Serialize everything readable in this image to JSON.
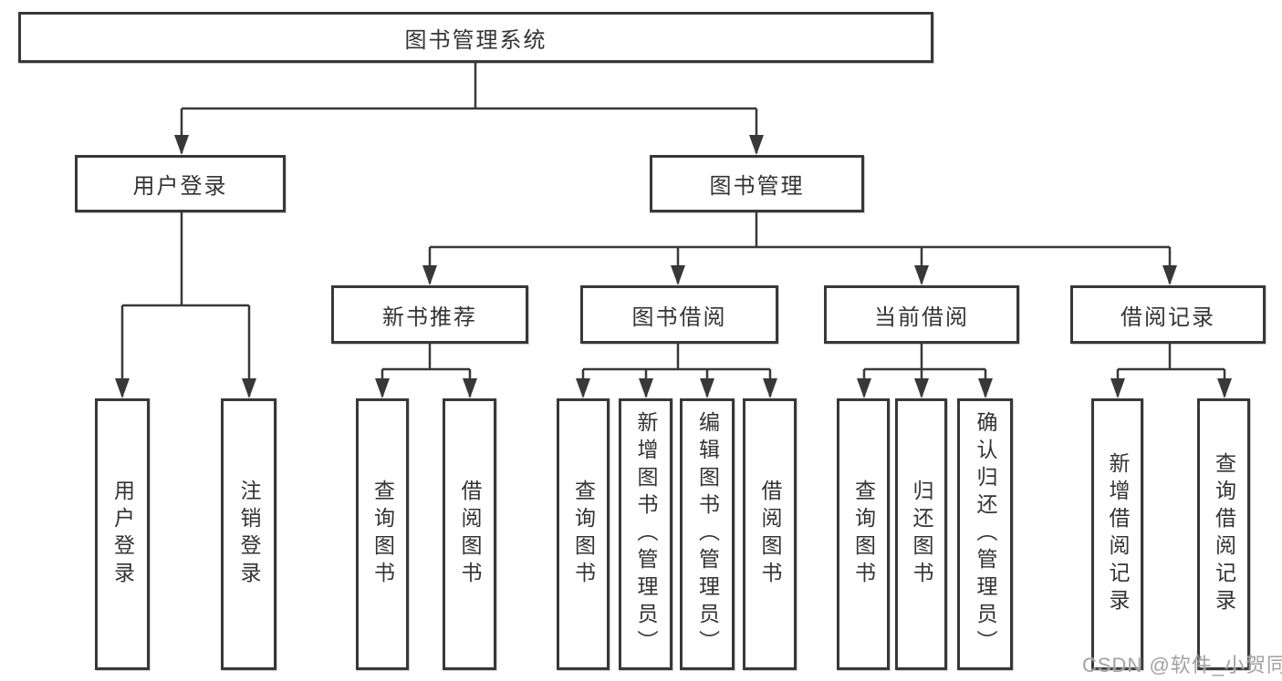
{
  "diagram": {
    "title": "图书管理系统",
    "nodes": {
      "root": "图书管理系统",
      "user_login": "用户登录",
      "book_mgmt": "图书管理",
      "new_book": "新书推荐",
      "book_borrow": "图书借阅",
      "current_borrow": "当前借阅",
      "borrow_records": "借阅记录",
      "leaves": {
        "user": [
          "用户登录",
          "注销登录"
        ],
        "new_book": [
          "查询图书",
          "借阅图书"
        ],
        "book_borrow": [
          "查询图书",
          "新增图书（管理员）",
          "编辑图书（管理员）",
          "借阅图书"
        ],
        "current_borrow": [
          "查询图书",
          "归还图书",
          "确认归还（管理员）"
        ],
        "borrow_records": [
          "新增借阅记录",
          "查询借阅记录"
        ]
      }
    }
  },
  "watermark": "CSDN @软件_小贺同学",
  "colors": {
    "line": "#383838",
    "box_border": "#383838",
    "text": "#333333",
    "background": "#ffffff",
    "watermark": "#a2a2a2"
  }
}
